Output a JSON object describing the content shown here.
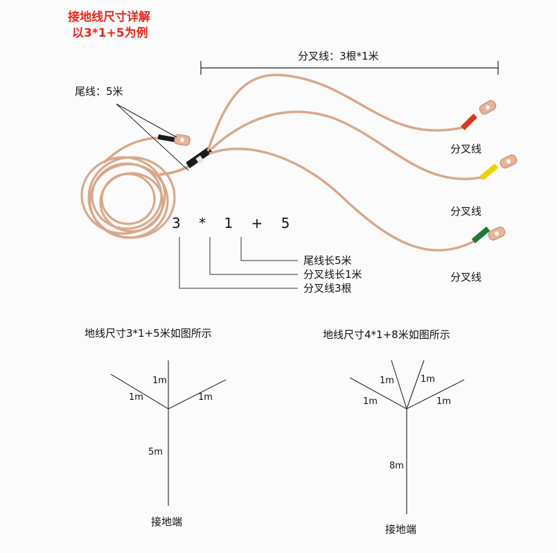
{
  "title": {
    "line1": "接地线尺寸详解",
    "line2": "以3*1+5为例"
  },
  "top": {
    "branch_dim_label": "分叉线：3根*1米",
    "tail_label": "尾线：5米",
    "branch_labels": [
      "分叉线",
      "分叉线",
      "分叉线"
    ],
    "code": "3 * 1 + 5",
    "legend": [
      "尾线长5米",
      "分叉线长1米",
      "分叉线3根"
    ]
  },
  "diagram_left": {
    "title": "地线尺寸3*1+5米如图所示",
    "branches": [
      "1m",
      "1m",
      "1m"
    ],
    "trunk": "5m",
    "ground": "接地端"
  },
  "diagram_right": {
    "title": "地线尺寸4*1+8米如图所示",
    "branches": [
      "1m",
      "1m",
      "1m",
      "1m"
    ],
    "trunk": "8m",
    "ground": "接地端"
  },
  "colors": {
    "title": "#e8261c",
    "cable": "#d9a88a",
    "sleeve_red": "#d63a1f",
    "sleeve_yellow": "#f0d000",
    "sleeve_green": "#1f7a3a",
    "sleeve_black": "#1a1a1a",
    "lug": "#e7b49a"
  }
}
